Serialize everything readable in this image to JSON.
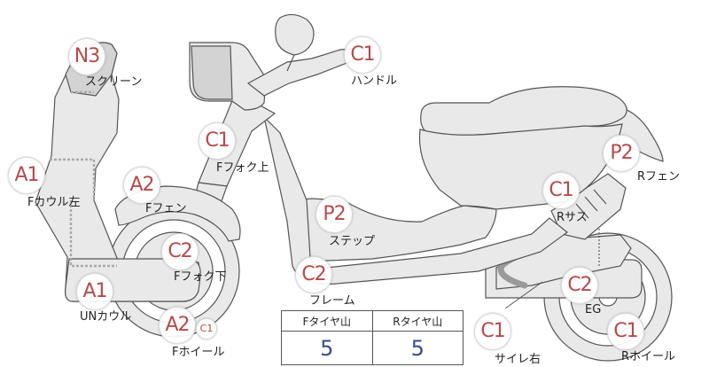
{
  "parts": [
    {
      "id": "screen",
      "code": "N3",
      "label": "スクリーン"
    },
    {
      "id": "handle",
      "code": "C1",
      "label": "ハンドル"
    },
    {
      "id": "fork-upper",
      "code": "C1",
      "label": "Fフォク上"
    },
    {
      "id": "cowl-left",
      "code": "A1",
      "label": "Fカウル左"
    },
    {
      "id": "front-fender",
      "code": "A2",
      "label": "Fフェン"
    },
    {
      "id": "step",
      "code": "P2",
      "label": "ステップ"
    },
    {
      "id": "rear-fender",
      "code": "P2",
      "label": "Rフェン"
    },
    {
      "id": "rear-sus",
      "code": "C1",
      "label": "Rサス"
    },
    {
      "id": "fork-lower",
      "code": "C2",
      "label": "Fフォク下"
    },
    {
      "id": "frame",
      "code": "C2",
      "label": "フレーム"
    },
    {
      "id": "under-cowl",
      "code": "A1",
      "label": "UNカウル"
    },
    {
      "id": "engine",
      "code": "C2",
      "label": "EG"
    },
    {
      "id": "front-wheel",
      "code": "A2",
      "extra_code": "C1",
      "label": "Fホイール"
    },
    {
      "id": "muffler",
      "code": "C1",
      "label": "サイレ右"
    },
    {
      "id": "rear-wheel",
      "code": "C1",
      "label": "Rホイール"
    }
  ],
  "tread_table": {
    "headers": [
      "Fタイヤ山",
      "Rタイヤ山"
    ],
    "values": [
      "5",
      "5"
    ]
  },
  "colors": {
    "code_text": "#b54a4a",
    "tread_value": "#3a4a8c",
    "part_fill": "#e9e9e9",
    "outline": "#555555"
  }
}
